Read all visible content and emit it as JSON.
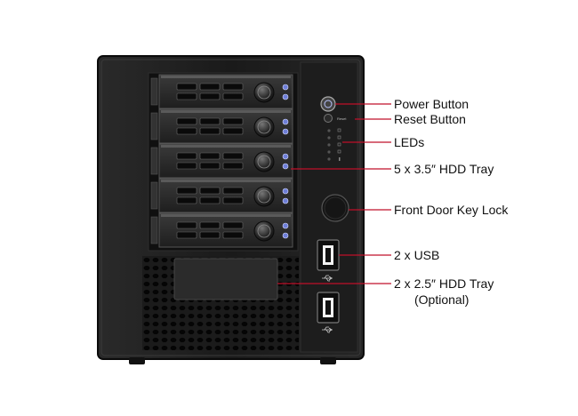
{
  "callouts": {
    "power_button": "Power Button",
    "reset_button": "Reset Button",
    "leds": "LEDs",
    "hdd_tray_35": "5 x 3.5″ HDD Tray",
    "key_lock": "Front Door Key Lock",
    "usb": "2 x USB",
    "hdd_tray_25": "2 x 2.5″ HDD Tray",
    "hdd_tray_25_note": "(Optional)"
  },
  "panel": {
    "reset_text": "Reset"
  },
  "colors": {
    "chassis": "#1c1c1c",
    "callout_line": "#c0102a",
    "accent_blue": "#6f7fd8"
  }
}
